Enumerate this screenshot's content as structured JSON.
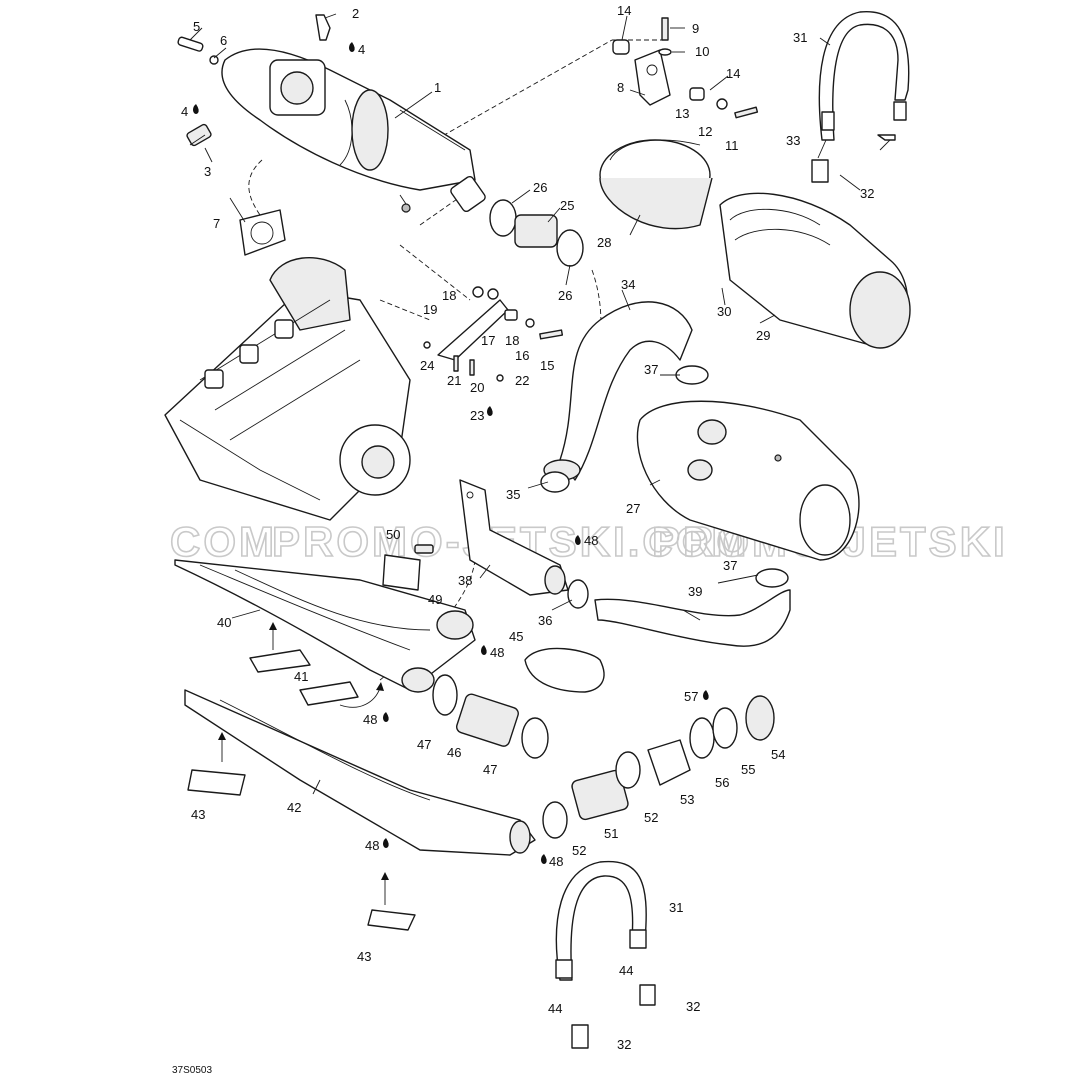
{
  "watermark": {
    "left": "COM",
    "center": "PROMO-JETSKI.COM",
    "right": "PROMO-JETSKI"
  },
  "document_id": "37S0503",
  "callouts": {
    "c1": "1",
    "c2": "2",
    "c3": "3",
    "c4a": "4",
    "c4b": "4",
    "c5": "5",
    "c6": "6",
    "c7": "7",
    "c8": "8",
    "c9": "9",
    "c10": "10",
    "c11": "11",
    "c12": "12",
    "c13": "13",
    "c14a": "14",
    "c14b": "14",
    "c15": "15",
    "c16": "16",
    "c17": "17",
    "c18a": "18",
    "c18b": "18",
    "c19": "19",
    "c20": "20",
    "c21": "21",
    "c22": "22",
    "c23": "23",
    "c24": "24",
    "c25": "25",
    "c26a": "26",
    "c26b": "26",
    "c27": "27",
    "c28": "28",
    "c29": "29",
    "c30": "30",
    "c31a": "31",
    "c31b": "31",
    "c32a": "32",
    "c32b": "32",
    "c32c": "32",
    "c33": "33",
    "c34": "34",
    "c35": "35",
    "c36": "36",
    "c37a": "37",
    "c37b": "37",
    "c38": "38",
    "c39": "39",
    "c40": "40",
    "c41": "41",
    "c42": "42",
    "c43a": "43",
    "c43b": "43",
    "c44a": "44",
    "c44b": "44",
    "c45": "45",
    "c46": "46",
    "c47a": "47",
    "c47b": "47",
    "c48a": "48",
    "c48b": "48",
    "c48c": "48",
    "c48d": "48",
    "c48e": "48",
    "c49": "49",
    "c50": "50",
    "c51": "51",
    "c52a": "52",
    "c52b": "52",
    "c53": "53",
    "c54": "54",
    "c55": "55",
    "c56": "56",
    "c57": "57"
  }
}
